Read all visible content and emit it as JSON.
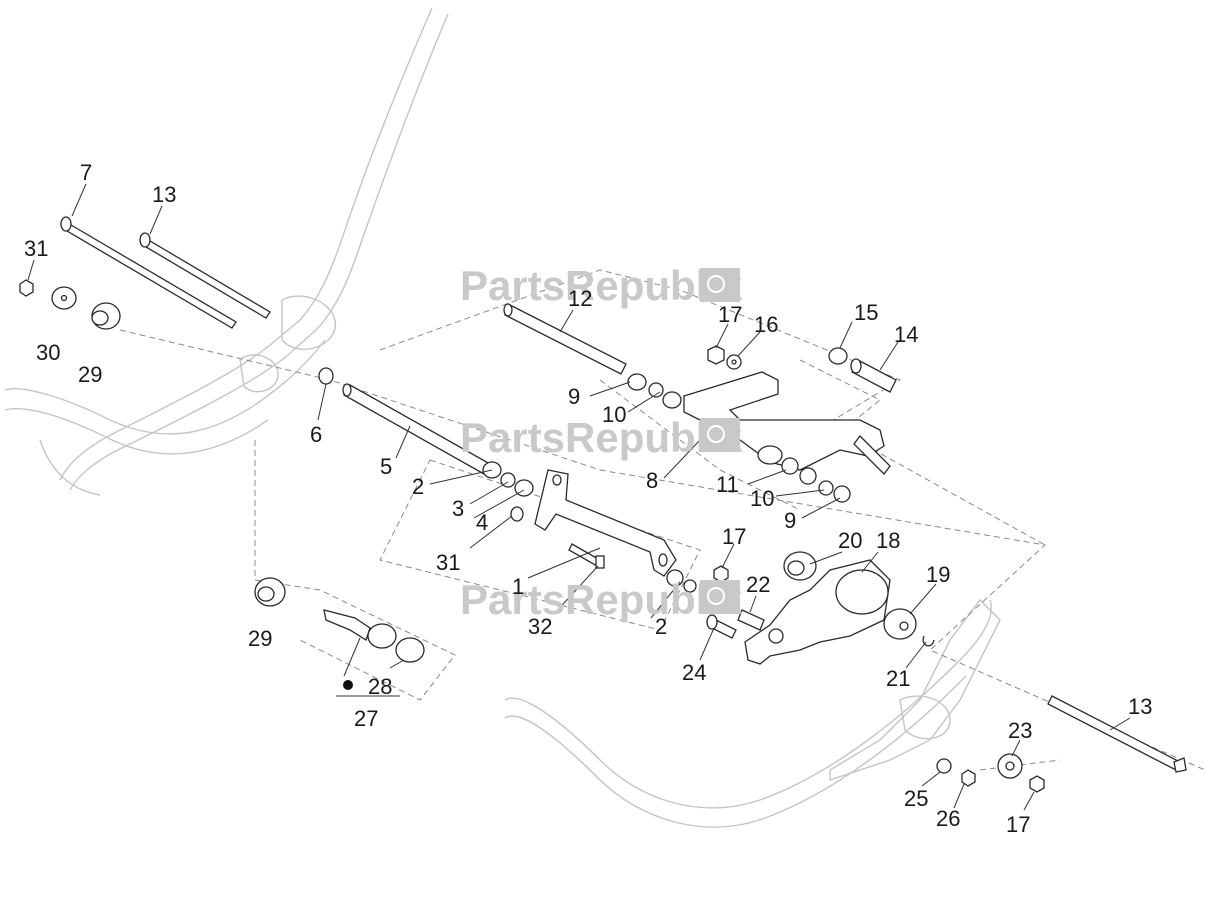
{
  "watermark": {
    "text": "PartsRepublik",
    "icon": "gear-flag-icon"
  },
  "callouts": [
    {
      "id": "c7",
      "label": "7"
    },
    {
      "id": "c13a",
      "label": "13"
    },
    {
      "id": "c31a",
      "label": "31"
    },
    {
      "id": "c30",
      "label": "30"
    },
    {
      "id": "c29a",
      "label": "29"
    },
    {
      "id": "c6",
      "label": "6"
    },
    {
      "id": "c5",
      "label": "5"
    },
    {
      "id": "c2a",
      "label": "2"
    },
    {
      "id": "c3",
      "label": "3"
    },
    {
      "id": "c4",
      "label": "4"
    },
    {
      "id": "c31b",
      "label": "31"
    },
    {
      "id": "c1",
      "label": "1"
    },
    {
      "id": "c32",
      "label": "32"
    },
    {
      "id": "c2b",
      "label": "2"
    },
    {
      "id": "c29b",
      "label": "29"
    },
    {
      "id": "c28",
      "label": "28"
    },
    {
      "id": "c27",
      "label": "27"
    },
    {
      "id": "c12",
      "label": "12"
    },
    {
      "id": "c17a",
      "label": "17"
    },
    {
      "id": "c16",
      "label": "16"
    },
    {
      "id": "c15",
      "label": "15"
    },
    {
      "id": "c14",
      "label": "14"
    },
    {
      "id": "c9a",
      "label": "9"
    },
    {
      "id": "c10a",
      "label": "10"
    },
    {
      "id": "c8",
      "label": "8"
    },
    {
      "id": "c11",
      "label": "11"
    },
    {
      "id": "c10b",
      "label": "10"
    },
    {
      "id": "c9b",
      "label": "9"
    },
    {
      "id": "c17b",
      "label": "17"
    },
    {
      "id": "c20",
      "label": "20"
    },
    {
      "id": "c18",
      "label": "18"
    },
    {
      "id": "c22",
      "label": "22"
    },
    {
      "id": "c19",
      "label": "19"
    },
    {
      "id": "c24",
      "label": "24"
    },
    {
      "id": "c21",
      "label": "21"
    },
    {
      "id": "c13b",
      "label": "13"
    },
    {
      "id": "c23",
      "label": "23"
    },
    {
      "id": "c25",
      "label": "25"
    },
    {
      "id": "c26",
      "label": "26"
    },
    {
      "id": "c17c",
      "label": "17"
    }
  ]
}
